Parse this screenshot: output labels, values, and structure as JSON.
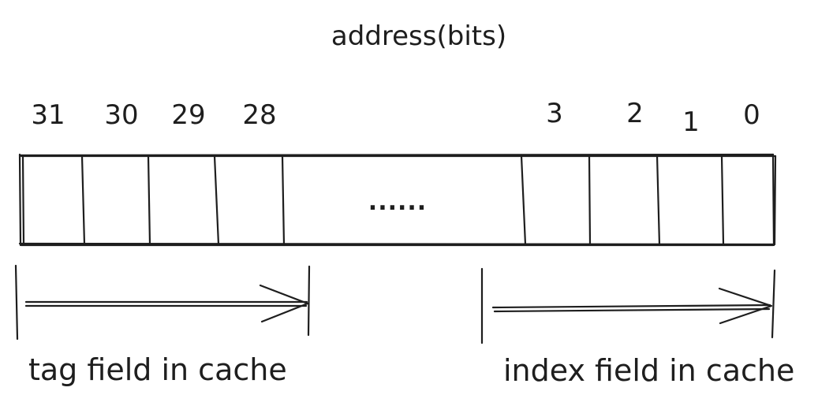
{
  "diagram": {
    "title": "address(bits)",
    "bits_high": [
      "31",
      "30",
      "29",
      "28"
    ],
    "bits_low": [
      "3",
      "2",
      "1",
      "0"
    ],
    "ellipsis": "......",
    "tag_label": "tag field in cache",
    "index_label": "index field in cache"
  },
  "colors": {
    "ink": "#1e1e1e",
    "background": "#ffffff"
  }
}
